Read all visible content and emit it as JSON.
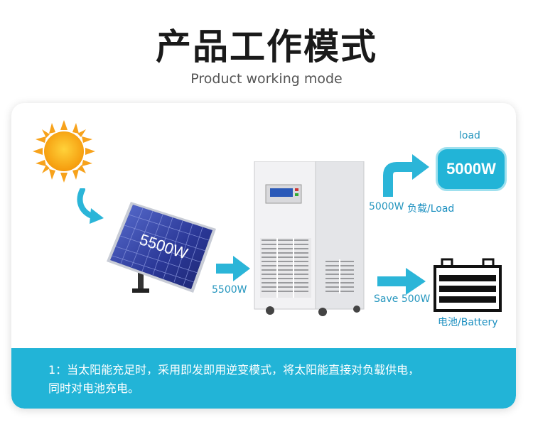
{
  "header": {
    "title": "产品工作模式",
    "subtitle": "Product working mode"
  },
  "diagram": {
    "panel_label": "5500W",
    "panel_output": "5500W",
    "load_top_label": "load",
    "load_box_value": "5000W",
    "load_output": "5000W",
    "load_caption": "负载/Load",
    "battery_output": "Save 500W",
    "battery_caption": "电池/Battery"
  },
  "caption": {
    "line1": "1：当太阳能充足时，采用即发即用逆变模式，将太阳能直接对负载供电，",
    "line2": "同时对电池充电。"
  },
  "colors": {
    "accent": "#22b4d7",
    "arrow": "#2bb5d8",
    "text_blue": "#2596be"
  }
}
